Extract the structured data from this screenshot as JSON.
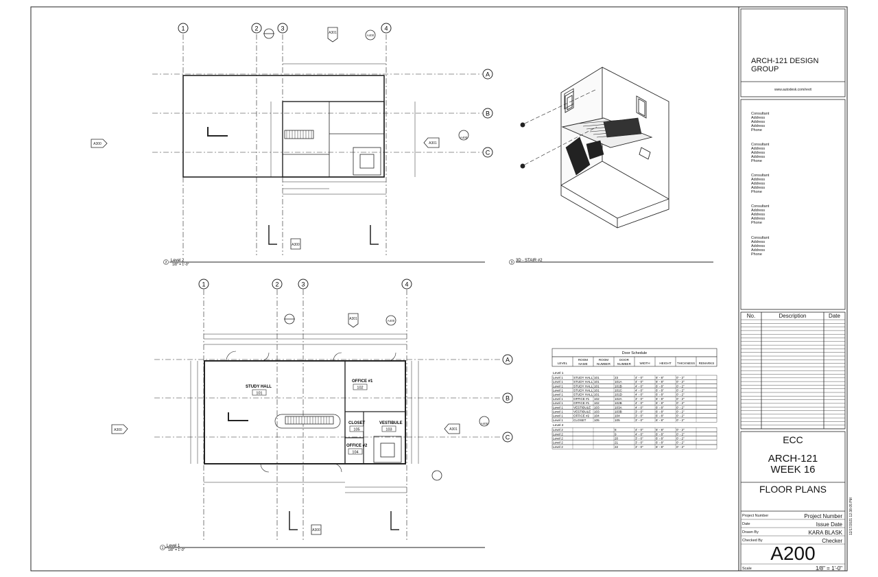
{
  "title_block": {
    "firm_name": "ARCH-121 DESIGN GROUP",
    "firm_url": "www.autodesk.com/revit",
    "consultants": [
      [
        "Consultant",
        "Address",
        "Address",
        "Address",
        "Phone"
      ],
      [
        "Consultant",
        "Address",
        "Address",
        "Address",
        "Phone"
      ],
      [
        "Consultant",
        "Address",
        "Address",
        "Address",
        "Phone"
      ],
      [
        "Consultant",
        "Address",
        "Address",
        "Address",
        "Phone"
      ],
      [
        "Consultant",
        "Address",
        "Address",
        "Address",
        "Phone"
      ]
    ],
    "revision_headers": [
      "No.",
      "Description",
      "Date"
    ],
    "client": "ECC",
    "project_name": "ARCH-121 WEEK 16",
    "sheet_name": "FLOOR PLANS",
    "project_number_label": "Project Number",
    "project_number": "Project Number",
    "date_label": "Date",
    "date_value": "Issue Date",
    "drawn_by_label": "Drawn By",
    "drawn_by": "KARA BLASK",
    "checked_by_label": "Checked By",
    "checked_by": "Checker",
    "sheet_number": "A200",
    "scale_label": "Scale",
    "scale": "1/8\" = 1'-0\"",
    "print_date": "12/17/2021 12:38:05 PM"
  },
  "views": {
    "level2": {
      "number": "2",
      "name": "Level 2",
      "scale": "1/8\" = 1'-0\""
    },
    "stair3d": {
      "number": "3",
      "name": "3D - STAIR #2"
    },
    "level1": {
      "number": "1",
      "name": "Level 1",
      "scale": "1/8\" = 1'-0\""
    }
  },
  "grids": {
    "vertical": [
      "1",
      "2",
      "3",
      "4"
    ],
    "horizontal": [
      "A",
      "B",
      "C"
    ]
  },
  "rooms": [
    {
      "name": "STUDY HALL",
      "number": "101"
    },
    {
      "name": "OFFICE #1",
      "number": "102"
    },
    {
      "name": "VESTIBULE",
      "number": "103"
    },
    {
      "name": "OFFICE #2",
      "number": "104"
    },
    {
      "name": "CLOSET",
      "number": "105"
    }
  ],
  "door_schedule": {
    "title": "Door Schedule",
    "headers": [
      "LEVEL",
      "ROOM NAME",
      "ROOM NUMBER",
      "DOOR NUMBER",
      "WIDTH",
      "HEIGHT",
      "THICKNESS",
      "REMARKS"
    ],
    "groups": [
      {
        "label": "Level 1",
        "rows": [
          [
            "Level 1",
            "STUDY HALL",
            "101",
            "23",
            "4' - 0\"",
            "6' - 8\"",
            "0' - 2\"",
            ""
          ],
          [
            "Level 1",
            "STUDY HALL",
            "101",
            "101A",
            "4' - 0\"",
            "6' - 8\"",
            "0' - 2\"",
            ""
          ],
          [
            "Level 1",
            "STUDY HALL",
            "101",
            "101B",
            "4' - 0\"",
            "6' - 8\"",
            "0' - 2\"",
            ""
          ],
          [
            "Level 1",
            "STUDY HALL",
            "101",
            "101C",
            "4' - 0\"",
            "6' - 8\"",
            "0' - 2\"",
            ""
          ],
          [
            "Level 1",
            "STUDY HALL",
            "101",
            "101D",
            "4' - 0\"",
            "6' - 8\"",
            "0' - 2\"",
            ""
          ],
          [
            "Level 1",
            "OFFICE #1",
            "102",
            "102A",
            "3' - 0\"",
            "6' - 8\"",
            "0' - 2\"",
            ""
          ],
          [
            "Level 1",
            "OFFICE #1",
            "102",
            "102B",
            "4' - 0\"",
            "6' - 8\"",
            "0' - 2\"",
            ""
          ],
          [
            "Level 1",
            "VESTIBULE",
            "103",
            "103A",
            "4' - 0\"",
            "6' - 8\"",
            "0' - 2\"",
            ""
          ],
          [
            "Level 1",
            "VESTIBULE",
            "103",
            "103B",
            "3' - 0\"",
            "6' - 8\"",
            "0' - 2\"",
            ""
          ],
          [
            "Level 1",
            "OFFICE #2",
            "104",
            "104",
            "3' - 0\"",
            "6' - 8\"",
            "0' - 2\"",
            ""
          ],
          [
            "Level 1",
            "CLOSET",
            "105",
            "105",
            "3' - 0\"",
            "6' - 8\"",
            "0' - 2\"",
            ""
          ]
        ]
      },
      {
        "label": "Level 2",
        "rows": [
          [
            "Level 2",
            "",
            "",
            "8",
            "4' - 0\"",
            "6' - 8\"",
            "0' - 2\"",
            ""
          ],
          [
            "Level 2",
            "",
            "",
            "9",
            "4' - 0\"",
            "6' - 8\"",
            "0' - 2\"",
            ""
          ],
          [
            "Level 2",
            "",
            "",
            "20",
            "3' - 0\"",
            "6' - 8\"",
            "0' - 2\"",
            ""
          ],
          [
            "Level 2",
            "",
            "",
            "21",
            "3' - 0\"",
            "6' - 8\"",
            "0' - 2\"",
            ""
          ],
          [
            "Level 2",
            "",
            "",
            "22",
            "3' - 0\"",
            "6' - 8\"",
            "0' - 2\"",
            ""
          ]
        ]
      }
    ]
  },
  "section_refs": {
    "a300": "A300",
    "a301": "A301",
    "a400": "A400"
  }
}
